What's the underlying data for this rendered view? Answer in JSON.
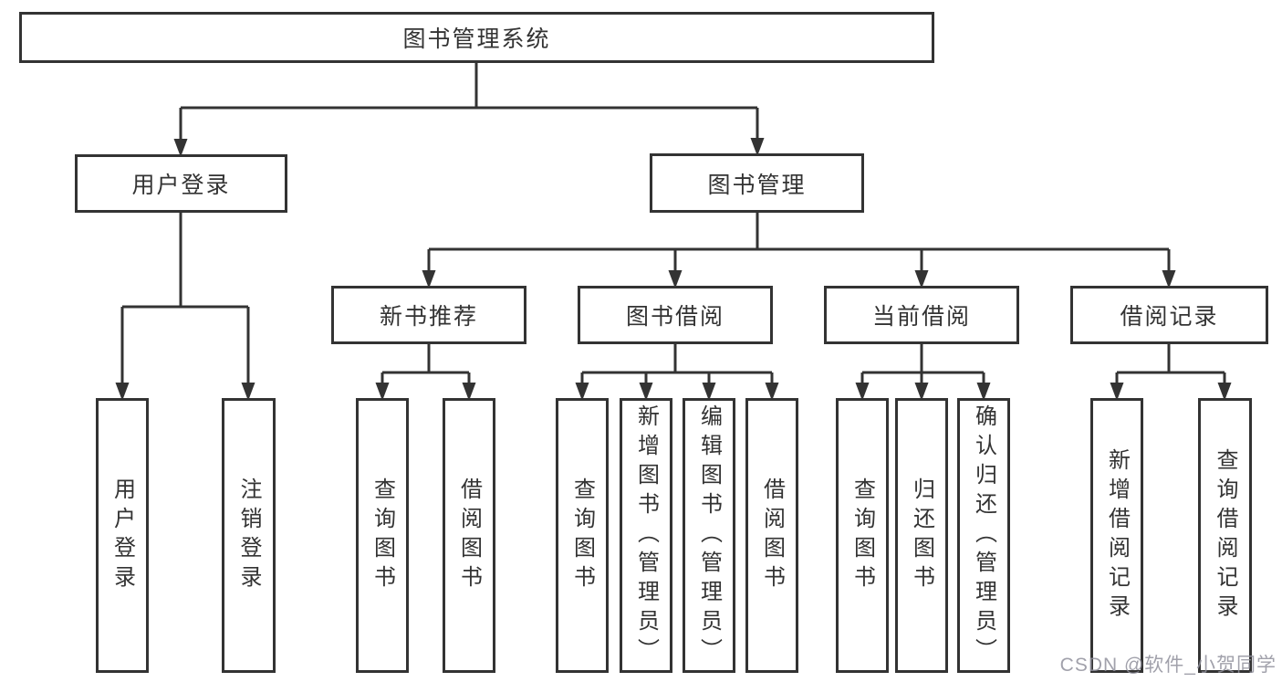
{
  "diagram": {
    "root": {
      "label": "图书管理系统",
      "children": [
        {
          "label": "用户登录",
          "children": [
            {
              "label": "用户登录"
            },
            {
              "label": "注销登录"
            }
          ]
        },
        {
          "label": "图书管理",
          "children": [
            {
              "label": "新书推荐",
              "children": [
                {
                  "label": "查询图书"
                },
                {
                  "label": "借阅图书"
                }
              ]
            },
            {
              "label": "图书借阅",
              "children": [
                {
                  "label": "查询图书"
                },
                {
                  "label": "新增图书（管理员）"
                },
                {
                  "label": "编辑图书（管理员）"
                },
                {
                  "label": "借阅图书"
                }
              ]
            },
            {
              "label": "当前借阅",
              "children": [
                {
                  "label": "查询图书"
                },
                {
                  "label": "归还图书"
                },
                {
                  "label": "确认归还（管理员）"
                }
              ]
            },
            {
              "label": "借阅记录",
              "children": [
                {
                  "label": "新增借阅记录"
                },
                {
                  "label": "查询借阅记录"
                }
              ]
            }
          ]
        }
      ]
    },
    "line_color": "#333333",
    "box_background": "#ffffff"
  },
  "watermark": {
    "text": "CSDN @软件_小贺同学"
  }
}
